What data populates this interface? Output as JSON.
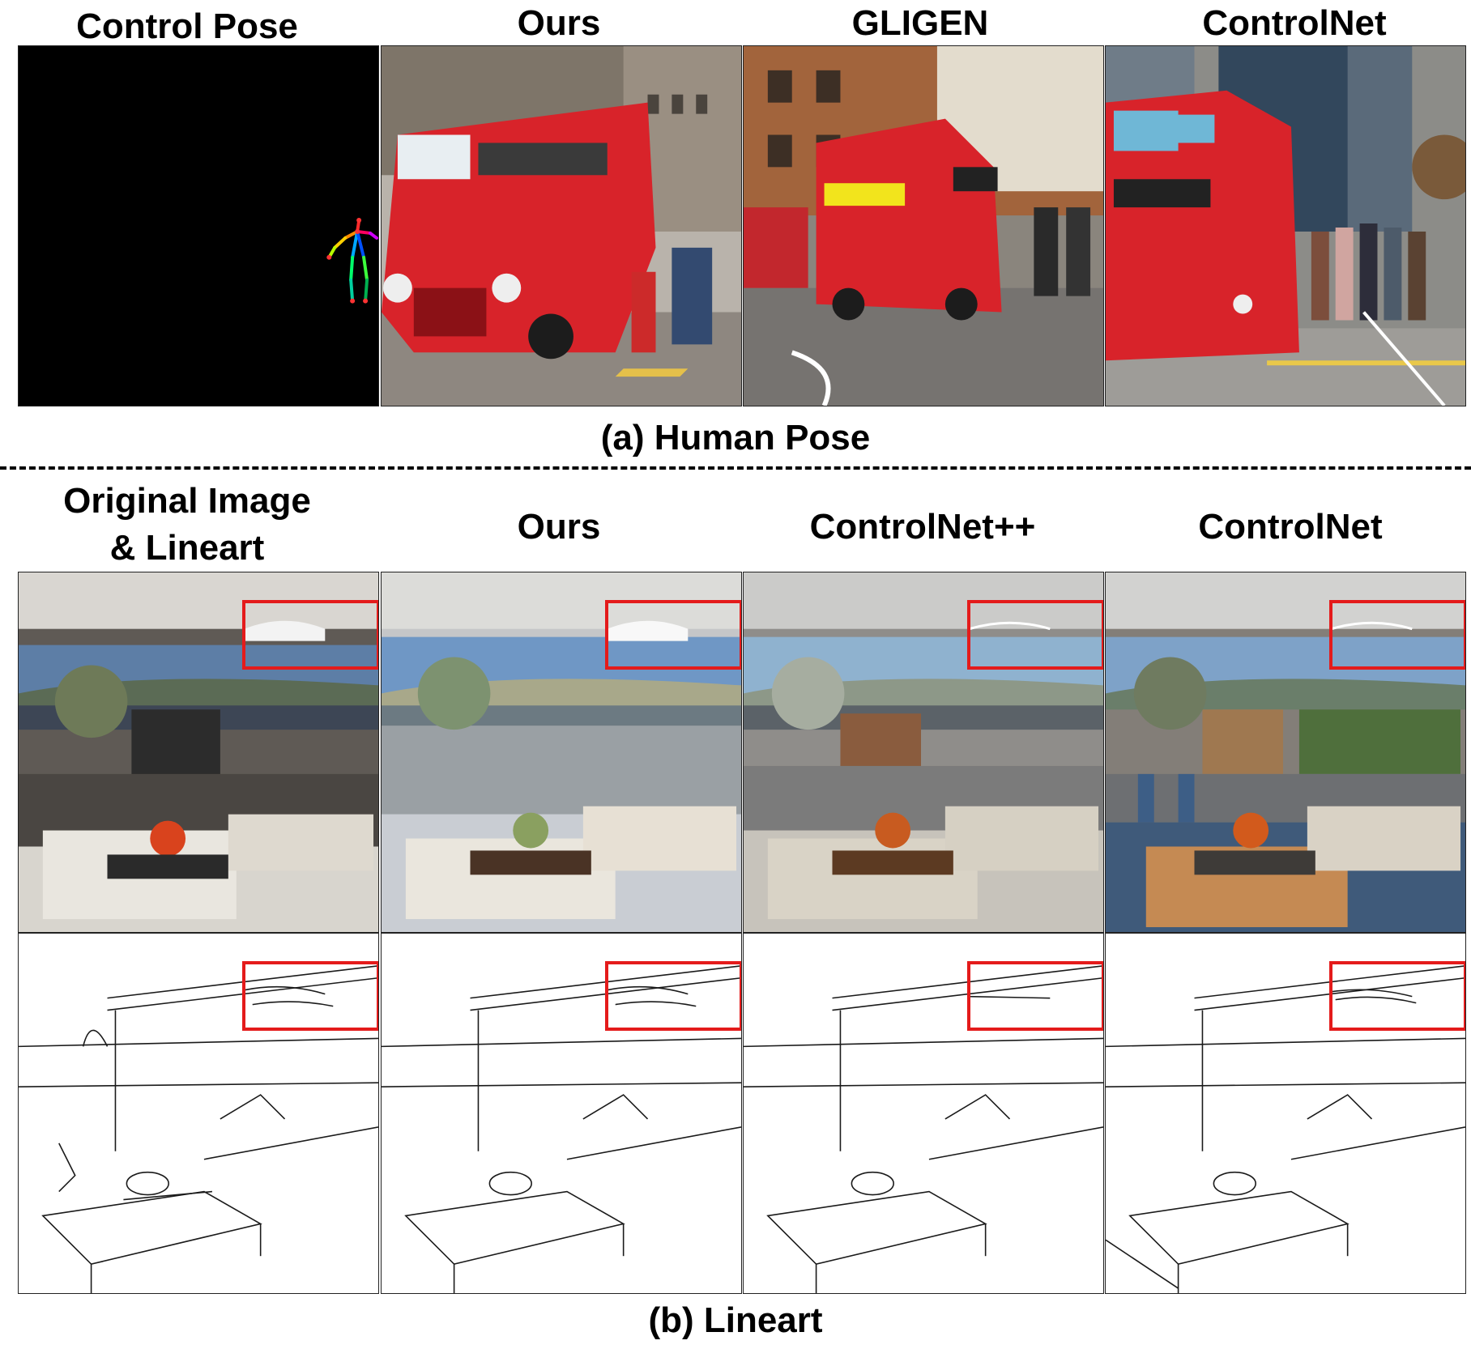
{
  "section_a": {
    "headers": [
      "Control Pose",
      "Ours",
      "GLIGEN",
      "ControlNet"
    ],
    "caption": "(a) Human Pose"
  },
  "section_b": {
    "headers": [
      "Original Image\n& Lineart",
      "Ours",
      "ControlNet++",
      "ControlNet"
    ],
    "caption": "(b) Lineart"
  },
  "colors": {
    "highlight_box": "#e41b1b",
    "bus_red": "#d8232a",
    "pose_background": "#000000"
  }
}
